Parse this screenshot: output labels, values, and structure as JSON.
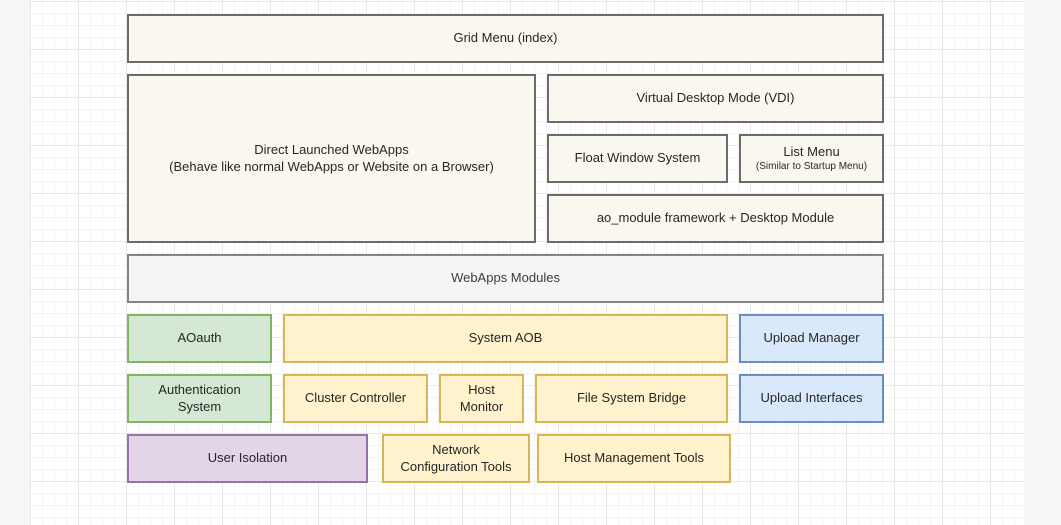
{
  "canvas": {
    "outside_color": "#f4f6f8",
    "page_color": "#ffffff",
    "grid_minor_color": "#f4f4f4",
    "grid_major_color": "#e9e9e9"
  },
  "palette": {
    "cream": {
      "fill": "#faf8ee",
      "stroke": "#6b6b6b"
    },
    "gray": {
      "fill": "#f5f5f5",
      "stroke": "#848484"
    },
    "green": {
      "fill": "#d5e8d4",
      "stroke": "#82b366"
    },
    "yellow": {
      "fill": "#fff2cc",
      "stroke": "#d6b656"
    },
    "blue": {
      "fill": "#dae8fc",
      "stroke": "#6c8ebf"
    },
    "purple": {
      "fill": "#e1d5e7",
      "stroke": "#9673a6"
    },
    "text": "#262626"
  },
  "boxes": {
    "grid_menu": {
      "label": "Grid Menu (index)"
    },
    "direct_webapps": {
      "label": "Direct Launched WebApps",
      "sublabel": "(Behave like normal WebApps or Website on a Browser)"
    },
    "vdi": {
      "label": "Virtual Desktop Mode (VDI)"
    },
    "float_window": {
      "label": "Float Window System"
    },
    "list_menu": {
      "label": "List Menu",
      "sublabel": "(Similar to Startup Menu)"
    },
    "ao_module": {
      "label": "ao_module framework + Desktop Module"
    },
    "webapps_modules": {
      "label": "WebApps Modules"
    },
    "aoauth": {
      "label": "AOauth"
    },
    "system_aob": {
      "label": "System AOB"
    },
    "upload_manager": {
      "label": "Upload Manager"
    },
    "auth_system": {
      "label": "Authentication System"
    },
    "cluster_controller": {
      "label": "Cluster Controller"
    },
    "host_monitor": {
      "label": "Host Monitor"
    },
    "fs_bridge": {
      "label": "File System Bridge"
    },
    "upload_interfaces": {
      "label": "Upload Interfaces"
    },
    "user_isolation": {
      "label": "User Isolation"
    },
    "network_config": {
      "label": "Network Configuration Tools"
    },
    "host_mgmt": {
      "label": "Host Management Tools"
    }
  }
}
